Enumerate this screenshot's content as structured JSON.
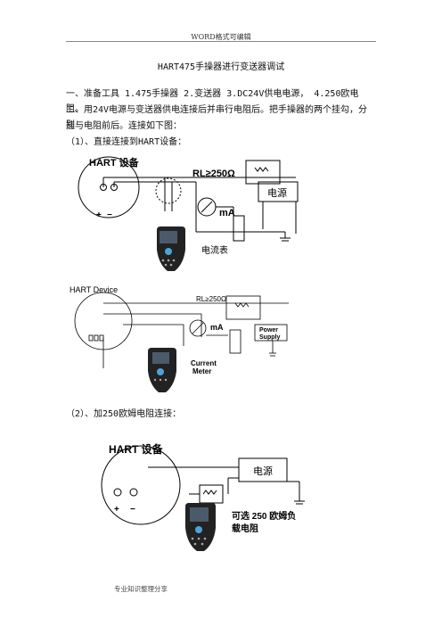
{
  "header": {
    "text": "WORD格式可编辑"
  },
  "title": "HART475手操器进行变送器调试",
  "paragraphs": {
    "p1": "一、准备工具  1.475手操器  2.变送器  3.DC24V供电电源， 4.250欧电阻。",
    "p2_line1": "二、用24V电源与变送器供电连接后并串行电阻后。把手操器的两个挂勾，分别",
    "p2_line2": "挂与电阻前后。连接如下图：",
    "p3": "（1）、直接连接到HART设备：",
    "p4": "（2）、加250欧姆电阻连接："
  },
  "fig1": {
    "device": "HART 设备",
    "resistor": "RL≥250Ω",
    "power": "电源",
    "meter": "mA",
    "meter_caption": "电流表",
    "plus": "+",
    "minus": "−"
  },
  "fig2": {
    "device": "HART Device",
    "resistor": "RL≥250Ω",
    "power_l1": "Power",
    "power_l2": "Supply",
    "meter": "mA",
    "meter_caption_l1": "Current",
    "meter_caption_l2": "Meter"
  },
  "fig3": {
    "device": "HART 设备",
    "power": "电源",
    "resistor_note_l1": "可选 250 欧姆负",
    "resistor_note_l2": "载电阻",
    "plus": "+",
    "minus": "−"
  },
  "footer": {
    "text": "专业知识整理分享"
  }
}
